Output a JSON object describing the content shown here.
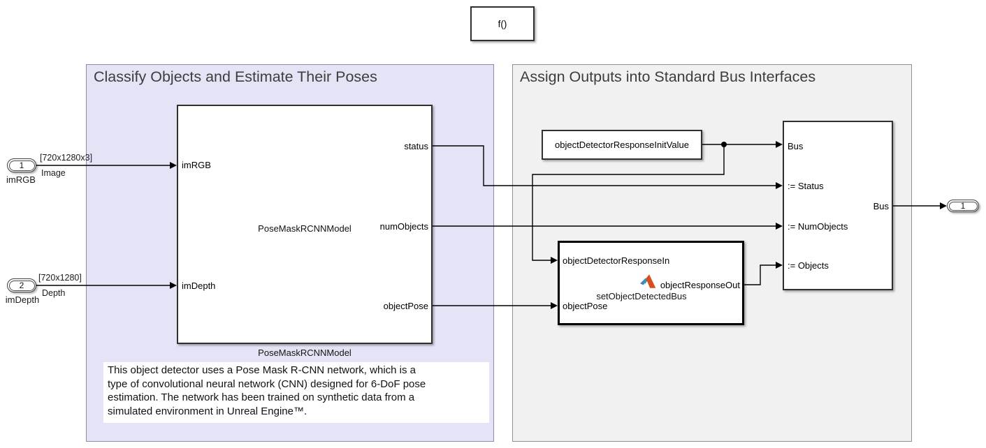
{
  "function_badge": {
    "label": "f()"
  },
  "regions": {
    "classify": {
      "title": "Classify Objects and Estimate Their Poses"
    },
    "assign": {
      "title": "Assign Outputs into Standard Bus Interfaces"
    }
  },
  "inports": [
    {
      "id": "1",
      "name": "imRGB",
      "signal_dims": "[720x1280x3]",
      "signal_name": "Image"
    },
    {
      "id": "2",
      "name": "imDepth",
      "signal_dims": "[720x1280]",
      "signal_name": "Depth"
    }
  ],
  "pose_block": {
    "center_label": "PoseMaskRCNNModel",
    "name": "PoseMaskRCNNModel",
    "inputs": [
      "imRGB",
      "imDepth"
    ],
    "outputs": [
      "status",
      "numObjects",
      "objectPose"
    ]
  },
  "init_value_block": {
    "label": "objectDetectorResponseInitValue"
  },
  "matlab_fcn_block": {
    "name": "setObjectDetectedBus",
    "inputs": [
      "objectDetectorResponseIn",
      "objectPose"
    ],
    "output": "objectResponseOut"
  },
  "bus_block": {
    "inputs": [
      "Bus",
      ":= Status",
      ":= NumObjects",
      ":= Objects"
    ],
    "output_label": "Bus"
  },
  "outport": {
    "id": "1"
  },
  "annotation": {
    "lines": [
      "This object detector uses a Pose Mask R-CNN network, which is a",
      "type of convolutional neural network (CNN) designed for 6-DoF pose",
      "estimation. The network has been trained on synthetic data from a",
      "simulated environment in Unreal Engine™."
    ]
  },
  "colors": {
    "classify_area_fill": "#e4e4f6",
    "assign_area_fill": "#f1f1f1",
    "block_border": "#303030",
    "wire": "#000000",
    "matlab_logo_orange": "#d84f1f",
    "matlab_logo_blue": "#4a7ebb"
  }
}
